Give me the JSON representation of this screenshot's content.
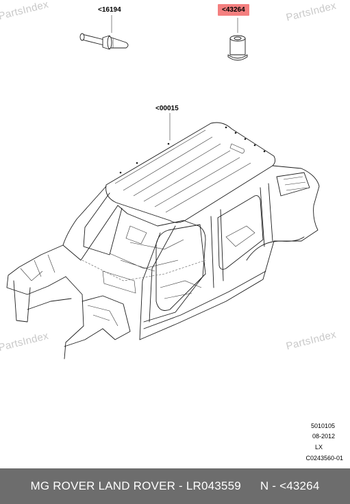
{
  "watermarks": [
    "PartsIndex",
    "PartsIndex",
    "PartsIndex",
    "PartsIndex"
  ],
  "callouts": {
    "bolt": "<16194",
    "nut": "<43264",
    "body": "<00015"
  },
  "doc_codes": [
    "5010105",
    "08-2012",
    "LX",
    "C0243560-01"
  ],
  "footer": {
    "left": "MG ROVER LAND ROVER - LR043559",
    "right": "N - <43264"
  },
  "colors": {
    "highlight": "#f47f7f",
    "footer_bg": "#6d6d6d",
    "watermark": "#c9c9c9"
  },
  "icons": [
    "bolt-part-drawing",
    "rivet-nut-part-drawing",
    "vehicle-body-shell-drawing"
  ]
}
